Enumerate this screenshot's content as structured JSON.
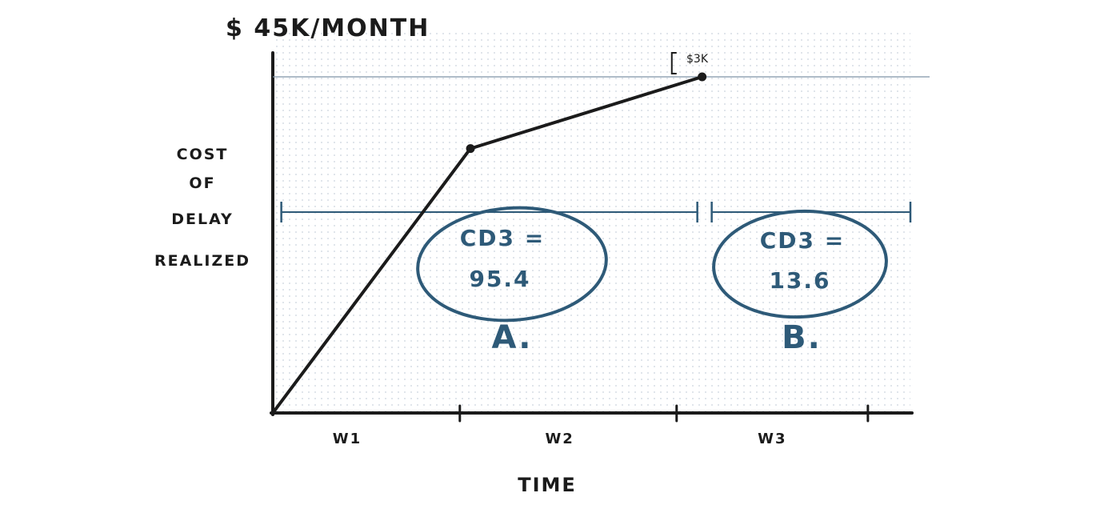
{
  "chart_data": {
    "type": "line",
    "style": "hand-drawn on dot grid",
    "title": "$ 45K/MONTH",
    "ylabel_lines": [
      "COST",
      "OF",
      "DELAY",
      "REALIZED"
    ],
    "xlabel": "TIME",
    "categories": [
      "W1",
      "W2",
      "W3"
    ],
    "series": [
      {
        "x": [
          0,
          0.93,
          2.02
        ],
        "y": [
          0,
          35.4,
          45
        ],
        "color": "#1b1b1b"
      }
    ],
    "ylim": [
      0,
      45
    ],
    "xlim": [
      0,
      3
    ],
    "reference_line": {
      "y": 45,
      "color": "#7f95a6"
    },
    "gap_annotation": "$3K",
    "intervals": [
      {
        "label_line1": "CD3 =",
        "label_line2": "95.4",
        "letter": "A.",
        "x_start": 0.04,
        "x_end": 2.02
      },
      {
        "label_line1": "CD3 =",
        "label_line2": "13.6",
        "letter": "B.",
        "x_start": 2.02,
        "x_end": 3.0
      }
    ],
    "grid": true,
    "colors": {
      "ink": "#1b1b1b",
      "accent": "#2e5a78",
      "grid_dot": "#c9d3dc"
    }
  }
}
